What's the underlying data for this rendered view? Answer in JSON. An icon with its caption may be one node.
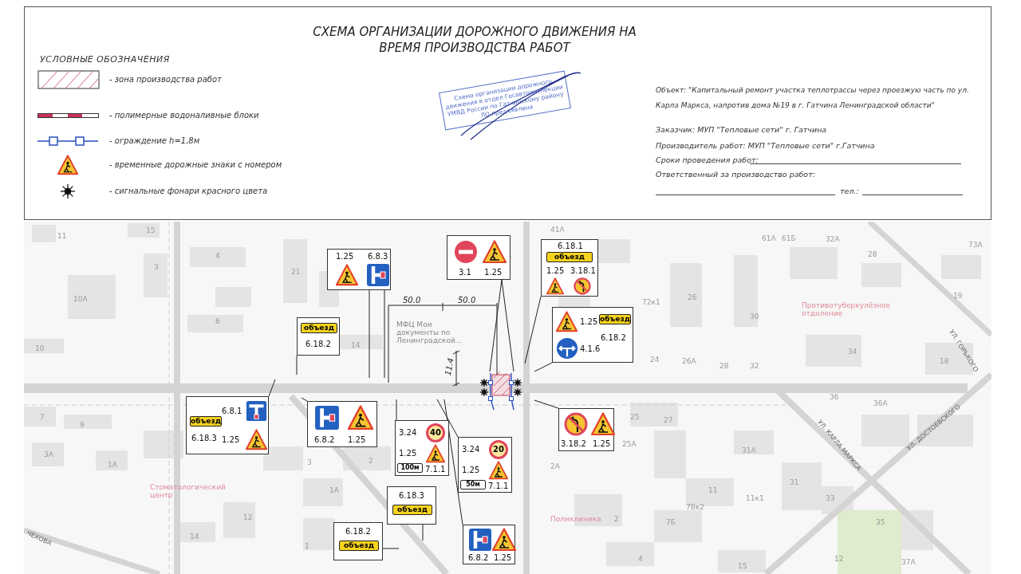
{
  "diagram": {
    "title": "СХЕМА ОРГАНИЗАЦИИ ДОРОЖНОГО ДВИЖЕНИЯ НА ВРЕМЯ ПРОИЗВОДСТВА РАБОТ",
    "nodes": [
      {
        "text": [
          "объезд",
          "6.18.2"
        ]
      },
      {
        "text": [
          "1.25",
          "6.8.3"
        ]
      },
      {
        "text": [
          "3.1",
          "1.25"
        ]
      },
      {
        "text": [
          "6.18.1",
          "объезд",
          "3.18.1",
          "1.25"
        ]
      },
      {
        "text": [
          "1.25",
          "4.1.6",
          "объезд",
          "6.18.2"
        ]
      },
      {
        "text": [
          "6.18.3",
          "объезд",
          "6.8.1",
          "1.25"
        ]
      },
      {
        "text": [
          "6.8.2",
          "1.25"
        ]
      },
      {
        "text": [
          "40",
          "3.24",
          "1.25",
          "100м",
          "7.1.1"
        ]
      },
      {
        "text": [
          "20",
          "3.24",
          "1.25",
          "50м",
          "7.1.1"
        ]
      },
      {
        "text": [
          "3.18.2",
          "1.25"
        ]
      },
      {
        "text": [
          "6.18.3",
          "объезд"
        ]
      },
      {
        "text": [
          "6.18.2",
          "объезд"
        ]
      },
      {
        "text": [
          "6.8.2",
          "1.25"
        ]
      },
      {
        "text": [],
        "shape": "picture"
      }
    ],
    "edges": [
      {
        "from": 0,
        "to": null,
        "arrow": "none"
      },
      {
        "from": 1,
        "to": null,
        "arrow": "none"
      },
      {
        "from": 1,
        "to": null,
        "arrow": "none"
      },
      {
        "from": 2,
        "to": 13,
        "arrow": "none"
      },
      {
        "from": 2,
        "to": 13,
        "arrow": "none"
      },
      {
        "from": 3,
        "to": null,
        "arrow": "none"
      },
      {
        "from": 4,
        "to": null,
        "arrow": "none"
      },
      {
        "from": 5,
        "to": null,
        "arrow": "none"
      },
      {
        "from": 6,
        "to": null,
        "arrow": "none"
      },
      {
        "from": 7,
        "to": null,
        "arrow": "none"
      },
      {
        "from": 8,
        "to": null,
        "arrow": "none"
      },
      {
        "from": 9,
        "to": null,
        "arrow": "none"
      },
      {
        "from": 10,
        "to": null,
        "arrow": "none"
      },
      {
        "from": 11,
        "to": null,
        "arrow": "none"
      },
      {
        "from": 12,
        "to": null,
        "arrow": "none"
      }
    ],
    "labels": [
      "УСЛОВНЫЕ ОБОЗНАЧЕНИЯ",
      "Схема организации дорожного движения в отдел Госавтоинспекции УМВД России по Гатчинскому району ЛО предъявлена",
      "Объект: \"Капитальный ремонт участка теплотрассы через проезжую часть по ул. Карла Маркса, напротив дома №19 в г. Гатчина Ленинградской области\"",
      "Заказчик: МУП \"Тепловые сети\" г. Гатчина",
      "Производитель работ: МУП \"Тепловые сети\" г.Гатчина",
      "Сроки проведения работ:",
      "Ответственный за производство работ:",
      "тел.:",
      "11",
      "15",
      "3",
      "4",
      "21",
      "41А",
      "61А",
      "61Б",
      "32А",
      "73А",
      "28",
      "10А",
      "19",
      "72к1",
      "26",
      "50.0",
      "50.0",
      "Противотуберкулёзное отделение",
      "30",
      "6",
      "МФЦ Мои документы по Ленинградской...",
      "10",
      "14",
      "24",
      "26А",
      "28",
      "32",
      "34",
      "18",
      "УЛ. ГОРЬКОГО",
      "11.4",
      "36",
      "36А",
      "7",
      "25",
      "27",
      "9",
      "УЛ. КАРЛА МАРКСА",
      "УЛ. ДОСТОЕВСКОГО",
      "25А",
      "31А",
      "3А",
      "3",
      "2",
      "1А",
      "2А",
      "31",
      "11",
      "Стоматологический центр",
      "1А",
      "11к1",
      "33",
      "7Вк2",
      "12",
      "Поликлиника",
      "2",
      "7Б",
      "35",
      "14",
      "1",
      "ЧЕХОВА",
      "4",
      "12",
      "37А",
      "15"
    ],
    "legend": [
      {
        "text": "- зона производства работ"
      },
      {
        "text": "- полимерные водоналивные блоки"
      },
      {
        "text": "- ограждение h=1,8м"
      },
      {
        "text": "- временные дорожные знаки с номером"
      },
      {
        "text": "- сигнальные фонари красного цвета"
      }
    ]
  }
}
